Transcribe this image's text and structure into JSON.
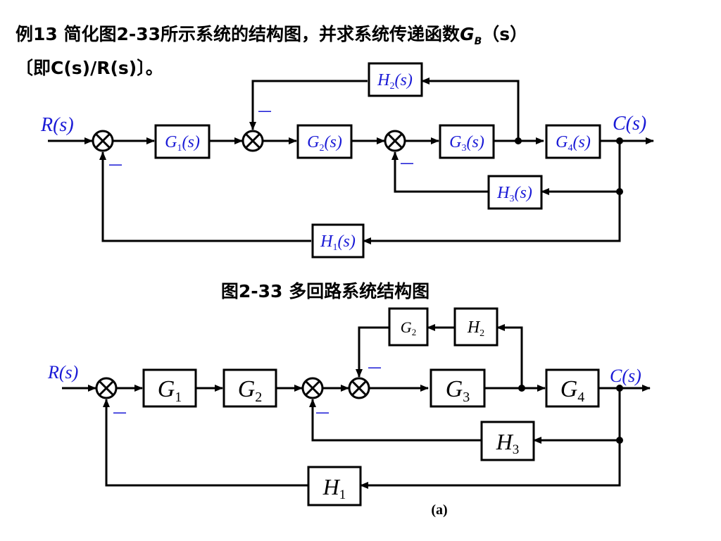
{
  "problem": {
    "line1_prefix": "例13 简化图2-33所示系统的结构图，并求系统传递函数",
    "line1_G": "G",
    "line1_sub": "B",
    "line1_suffix": "（s）",
    "line2": "〔即C(s)/R(s)〕。"
  },
  "figure1": {
    "caption": "图2-33   多回路系统结构图",
    "input": "R(s)",
    "output": "C(s)",
    "blocks": {
      "G1": "G1(s)",
      "G2": "G2(s)",
      "G3": "G3(s)",
      "G4": "G4(s)",
      "H1": "H1(s)",
      "H2": "H2(s)",
      "H3": "H3(s)"
    },
    "minus": "—"
  },
  "figure2": {
    "caption": "(a)",
    "input": "R(s)",
    "output": "C(s)",
    "blocks": {
      "G1": "G1",
      "G2": "G2",
      "G3": "G3",
      "G4": "G4",
      "H1": "H1",
      "H2": "H2",
      "H3": "H3",
      "G2f": "G2"
    },
    "minus": "—"
  },
  "colors": {
    "line": "#000000",
    "text_blue": "#1a1ad6"
  }
}
